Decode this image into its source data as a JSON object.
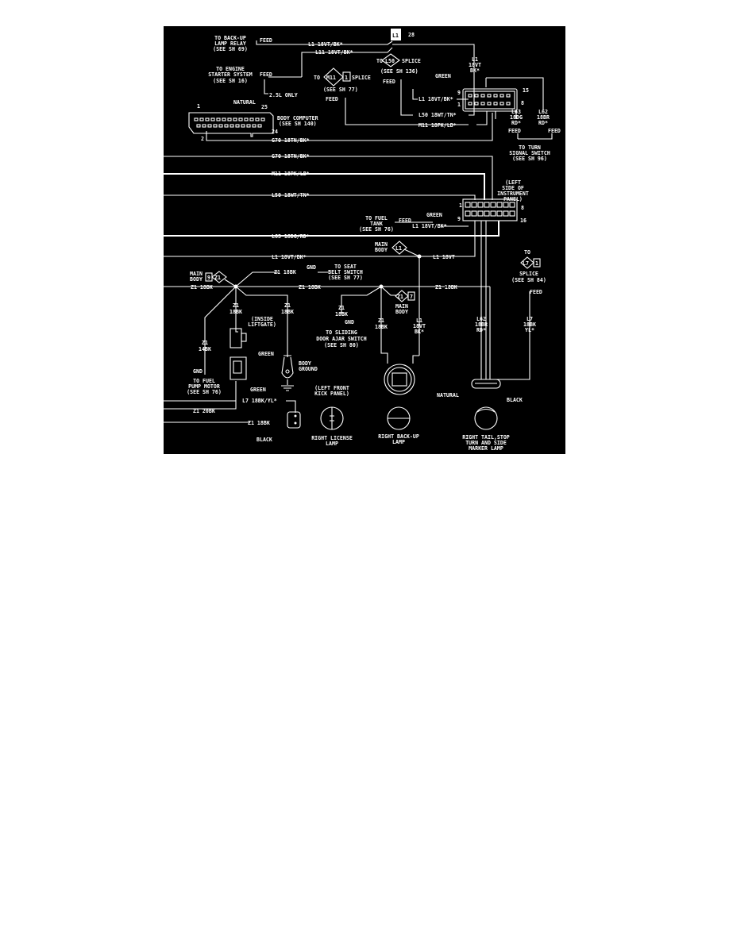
{
  "colors": {
    "background": "#000000",
    "lines": "#ffffff",
    "page": "#ffffff"
  },
  "labels": {
    "backup_relay": [
      "TO BACK-UP",
      "LAMP RELAY",
      "(SEE SH 69)"
    ],
    "feed": "FEED",
    "gnd": "GND",
    "l1_18vt_bk": "L1 18VT/BK*",
    "l11_18vt_bk": "L11 18VT/BK*",
    "engine_starter": [
      "TO ENGINE",
      "STARTER SYSTEM",
      "(SEE SH 16)"
    ],
    "only_25l": "2.5L ONLY",
    "natural": "NATURAL",
    "pin_1": "1",
    "pin_2": "2",
    "pin_8": "8",
    "pin_9": "9",
    "pin_15": "15",
    "pin_16": "16",
    "pin_24": "24",
    "pin_25": "25",
    "body_computer": [
      "BODY COMPUTER",
      "(SEE SH 140)"
    ],
    "g70_18tn_bk": "G70 18TN/BK*",
    "m11_18pk_lb": "M11 18PK/LB*",
    "l50_18wt_tn": "L50 18WT/TN*",
    "l63_18dg_rd": "L63 18DG/RD*",
    "splice_badge": "L1",
    "splice_badge_num": "28",
    "to": "TO",
    "splice": "SPLICE",
    "m11_splice": {
      "code": "M11",
      "num": "1",
      "see": "(SEE SH 77)"
    },
    "l50_splice": {
      "code": "L50",
      "see": "(SEE SH 136)"
    },
    "l1_vert": [
      "L1",
      "18VT",
      "BK*"
    ],
    "green": "GREEN",
    "l63_vert": [
      "L63",
      "18DG",
      "RD*"
    ],
    "l62_vert": [
      "L62",
      "18BR",
      "RD*"
    ],
    "turn_signal": [
      "TO TURN",
      "SIGNAL SWITCH",
      "(SEE SH 96)"
    ],
    "instrument_panel": [
      "(LEFT",
      "SIDE OF",
      "INSTRUMENT",
      "PANEL)"
    ],
    "fuel_tank": [
      "TO FUEL",
      "TANK",
      "(SEE SH 76)"
    ],
    "main_body": [
      "MAIN",
      "BODY"
    ],
    "l1": "L1",
    "l1_18vt": "L1 18VT",
    "z1_code": "Z1",
    "z1_num": "9",
    "z1_num7": "7",
    "z1_18bk": "Z1 18BK",
    "z1_20bk": "Z1 20BK",
    "seat_belt": [
      "TO SEAT",
      "BELT SWITCH",
      "(SEE SH 77)"
    ],
    "z1_vert_18bk": [
      "Z1",
      "18BK"
    ],
    "z1_vert_14bk": [
      "Z1",
      "14BK"
    ],
    "inside_liftgate": [
      "(INSIDE",
      "LIFTGATE)"
    ],
    "body_ground": [
      "BODY",
      "GROUND"
    ],
    "door_ajar": [
      "TO SLIDING",
      "DOOR AJAR SWITCH",
      "(SEE SH 80)"
    ],
    "fuel_pump": [
      "TO FUEL",
      "PUMP MOTOR",
      "(SEE SH 76)"
    ],
    "l7_splice": {
      "code": "L7",
      "num": "1",
      "see": "(SEE SH 84)"
    },
    "l62_vert2": [
      "L62",
      "18BR",
      "RD*"
    ],
    "l7_vert": [
      "L7",
      "18BK",
      "YL*"
    ],
    "l7_18bk_yl": "L7 18BK/YL*",
    "black": "BLACK",
    "left_kick": [
      "(LEFT FRONT",
      "KICK PANEL)"
    ],
    "right_license": [
      "RIGHT LICENSE",
      "LAMP"
    ],
    "right_backup": [
      "RIGHT BACK-UP",
      "LAMP"
    ],
    "right_tail": [
      "RIGHT TAIL,STOP",
      "TURN AND SIDE",
      "MARKER LAMP"
    ]
  }
}
